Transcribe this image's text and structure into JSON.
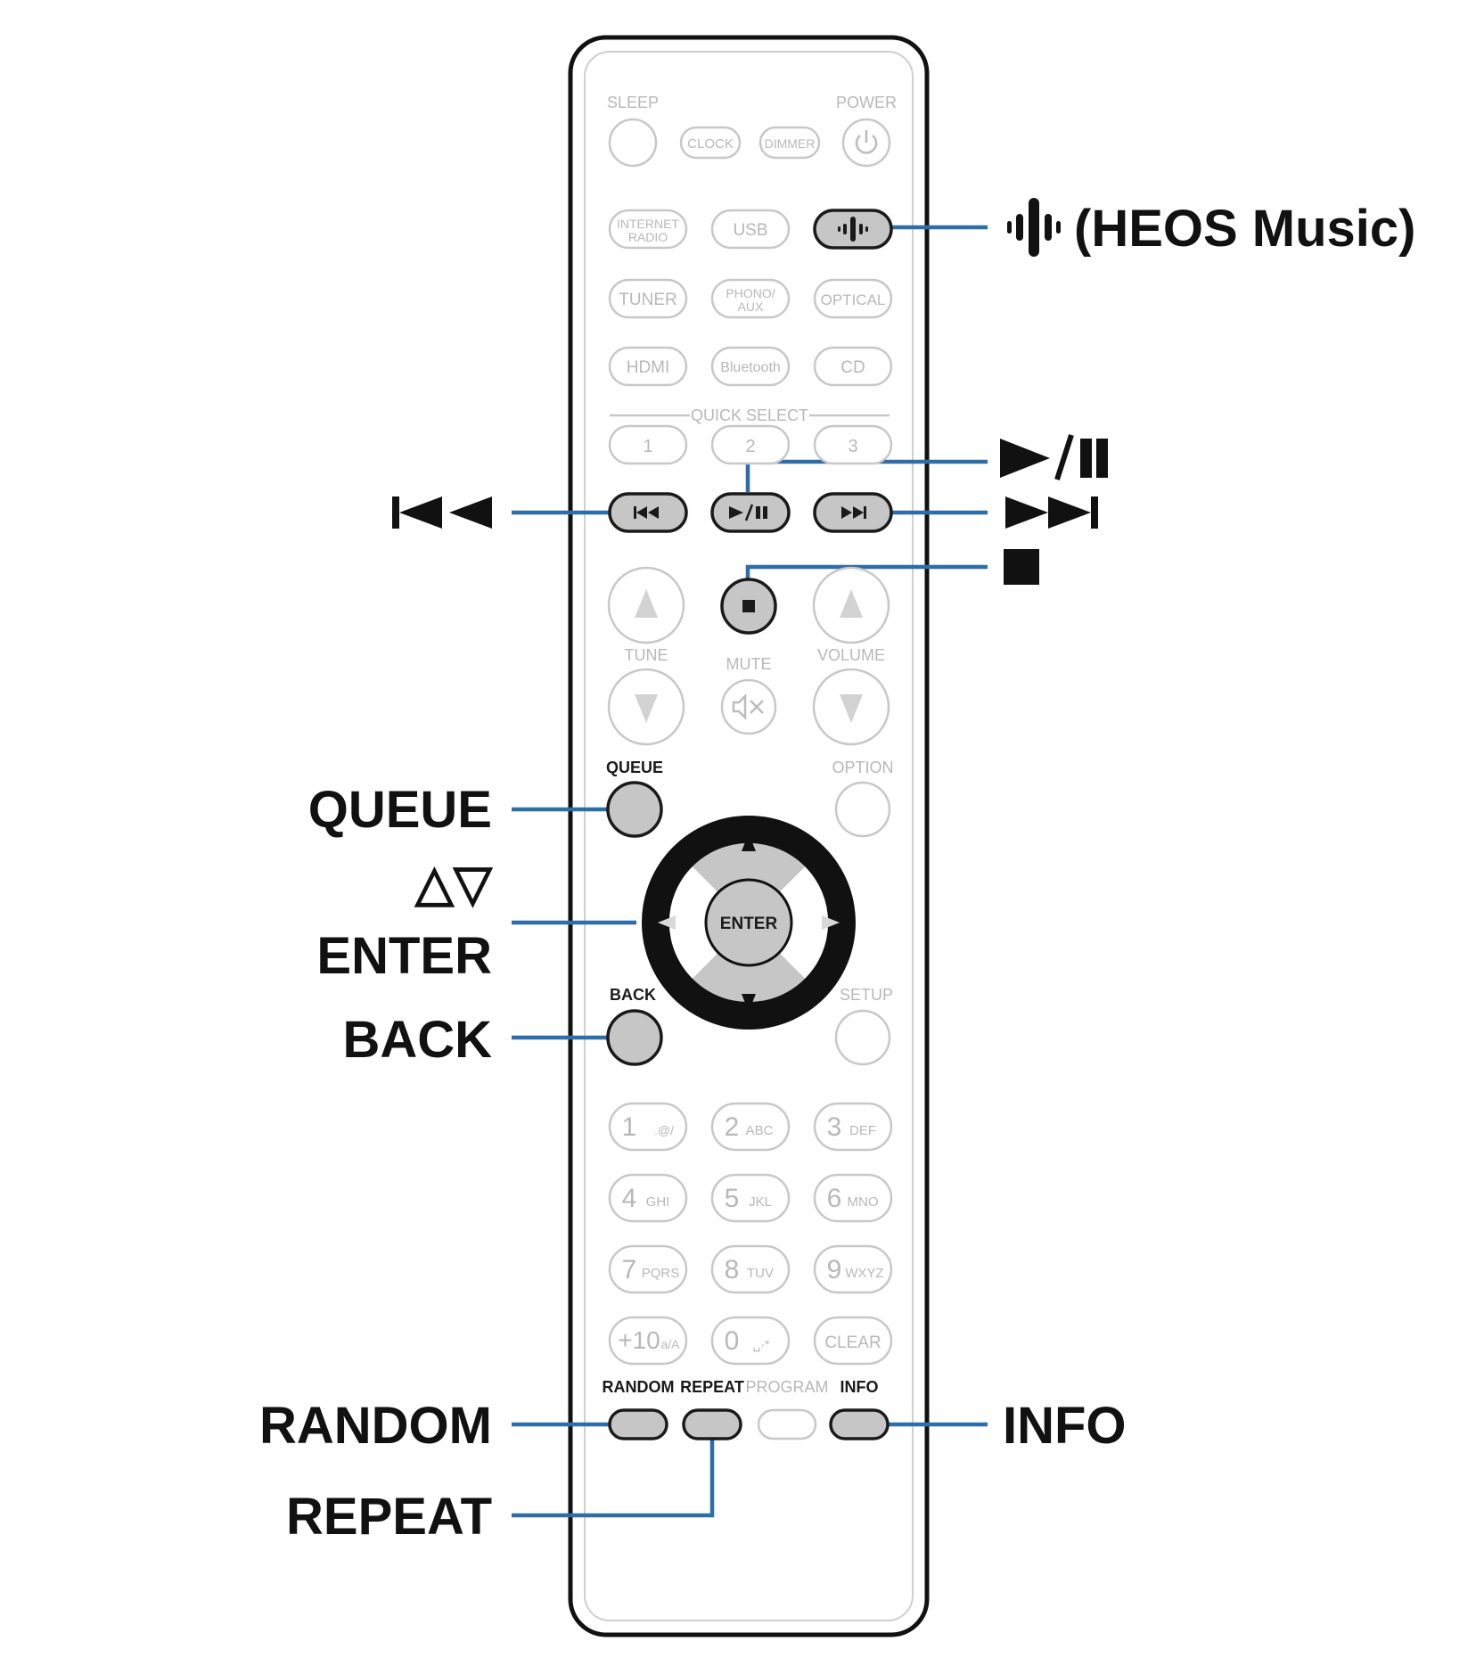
{
  "remote": {
    "top_labels": {
      "sleep": "SLEEP",
      "power": "POWER"
    },
    "small_buttons": {
      "clock": "CLOCK",
      "dimmer": "DIMMER"
    },
    "sources": {
      "internet_radio_1": "INTERNET",
      "internet_radio_2": "RADIO",
      "usb": "USB",
      "tuner": "TUNER",
      "phono_1": "PHONO/",
      "phono_2": "AUX",
      "optical": "OPTICAL",
      "hdmi": "HDMI",
      "bluetooth": "Bluetooth",
      "cd": "CD"
    },
    "quick_select": {
      "label": "QUICK SELECT",
      "b1": "1",
      "b2": "2",
      "b3": "3"
    },
    "tune_label": "TUNE",
    "mute_label": "MUTE",
    "volume_label": "VOLUME",
    "queue_label": "QUEUE",
    "option_label": "OPTION",
    "enter_label": "ENTER",
    "back_label": "BACK",
    "setup_label": "SETUP",
    "numpad": [
      {
        "num": "1",
        "sub": ".@/"
      },
      {
        "num": "2",
        "sub": "ABC"
      },
      {
        "num": "3",
        "sub": "DEF"
      },
      {
        "num": "4",
        "sub": "GHI"
      },
      {
        "num": "5",
        "sub": "JKL"
      },
      {
        "num": "6",
        "sub": "MNO"
      },
      {
        "num": "7",
        "sub": "PQRS"
      },
      {
        "num": "8",
        "sub": "TUV"
      },
      {
        "num": "9",
        "sub": "WXYZ"
      },
      {
        "num": "+10",
        "sub": "a/A"
      },
      {
        "num": "0",
        "sub": "␣·*"
      },
      {
        "num": "CLEAR",
        "sub": ""
      }
    ],
    "bottom_labels": {
      "random": "RANDOM",
      "repeat": "REPEAT",
      "program": "PROGRAM",
      "info": "INFO"
    }
  },
  "callouts": {
    "heos": "(HEOS Music)",
    "play_pause": "▶/▌▌",
    "previous": "",
    "next": "",
    "stop": "",
    "queue": "QUEUE",
    "cursor": "△▽",
    "enter": "ENTER",
    "back": "BACK",
    "random": "RANDOM",
    "info": "INFO",
    "repeat": "REPEAT"
  },
  "colors": {
    "leader_line": "#2d6da8",
    "highlight_button": "#c6c6c6",
    "outline": "#1a1a1a",
    "inactive": "#c8c8c8"
  }
}
